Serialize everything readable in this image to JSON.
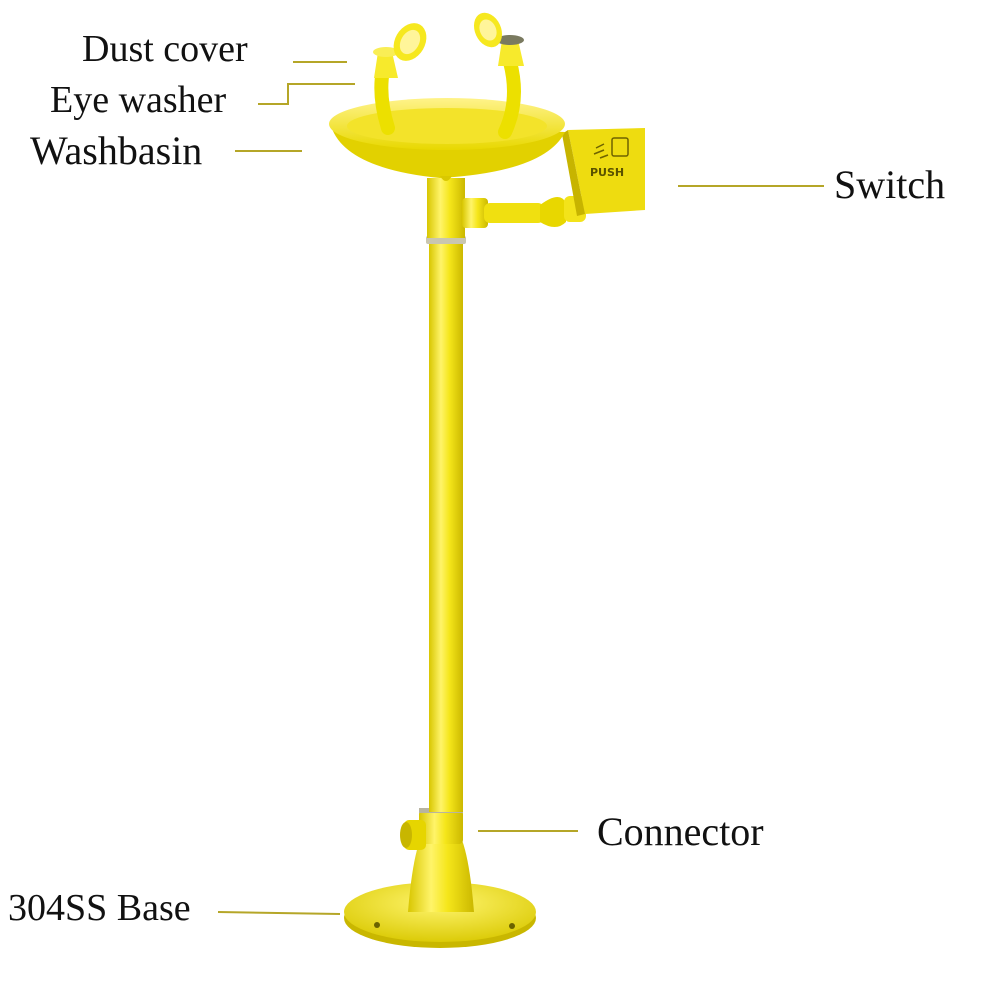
{
  "labels": {
    "dust_cover": "Dust cover",
    "eye_washer": "Eye washer",
    "washbasin": "Washbasin",
    "switch": "Switch",
    "connector": "Connector",
    "base": "304SS Base"
  },
  "switch_plate_text": "PUSH",
  "colors": {
    "body_yellow": "#f5e61a",
    "shade_yellow": "#d9c800",
    "leader_line": "#b5a628",
    "text": "#111111"
  }
}
